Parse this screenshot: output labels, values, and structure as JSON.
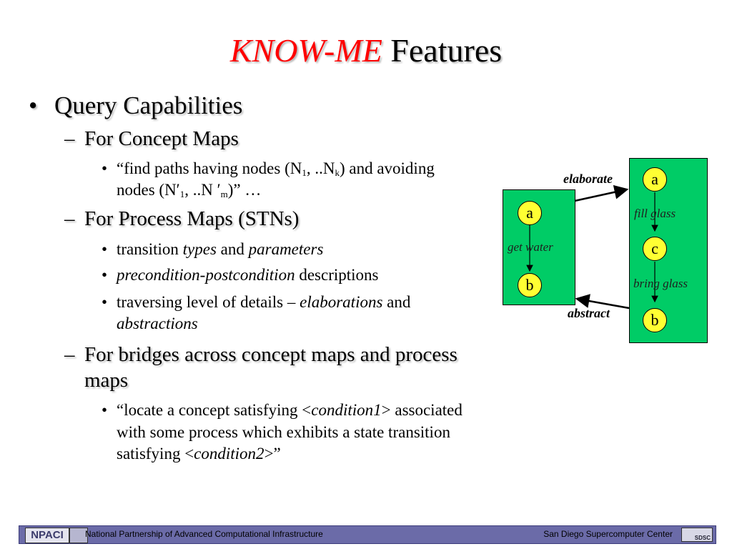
{
  "title": {
    "highlight": "KNOW-ME",
    "rest": " Features"
  },
  "bullet1": {
    "marker": "•",
    "text": "Query Capabilities"
  },
  "concept_maps": {
    "marker": "–",
    "text": "For Concept Maps",
    "item": {
      "marker": "•",
      "p1": "“find paths having nodes (N",
      "s1": "1",
      "p2": ", ..N",
      "s2": "k",
      "p3": ") and avoiding",
      "p4": "nodes (N′",
      "s3": "1",
      "p5": ", ..N ′",
      "s4": "m",
      "p6": ")” …"
    }
  },
  "process_maps": {
    "marker": "–",
    "text": "For Process Maps (STNs)",
    "item1": {
      "marker": "•",
      "a": "transition ",
      "b": "types",
      "c": " and ",
      "d": "parameters"
    },
    "item2": {
      "marker": "•",
      "a": "precondition-postcondition",
      "b": " descriptions"
    },
    "item3": {
      "marker": "•",
      "a": "traversing level of details – ",
      "b": "elaborations",
      "c": " and",
      "d": "abstractions"
    }
  },
  "bridges": {
    "marker": "–",
    "line1": "For bridges across concept maps and process",
    "line2": "maps",
    "item": {
      "marker": "•",
      "a": "“locate a concept satisfying <",
      "b": "condition1",
      "c": "> associated",
      "d": "with some process which exhibits a state transition",
      "e": "satisfying <",
      "f": "condition2",
      "g": ">”"
    }
  },
  "diagram": {
    "left_box": {
      "node_top": "a",
      "edge": "get water",
      "node_bottom": "b"
    },
    "right_box": {
      "node1": "a",
      "edge1": "fill glass",
      "node2": "c",
      "edge2": "bring glass",
      "node3": "b"
    },
    "label_elaborate": "elaborate",
    "label_abstract": "abstract",
    "colors": {
      "box": "#00cc66",
      "node": "#ffff33"
    }
  },
  "footer": {
    "left_logo": "NPACI",
    "left_text": "National Partnership of Advanced Computational Infrastructure",
    "right_text": "San Diego Supercomputer Center",
    "right_logo": "SDSC"
  },
  "colors": {
    "title_highlight": "#ff0000",
    "footer_bg": "#6b6ba8"
  }
}
